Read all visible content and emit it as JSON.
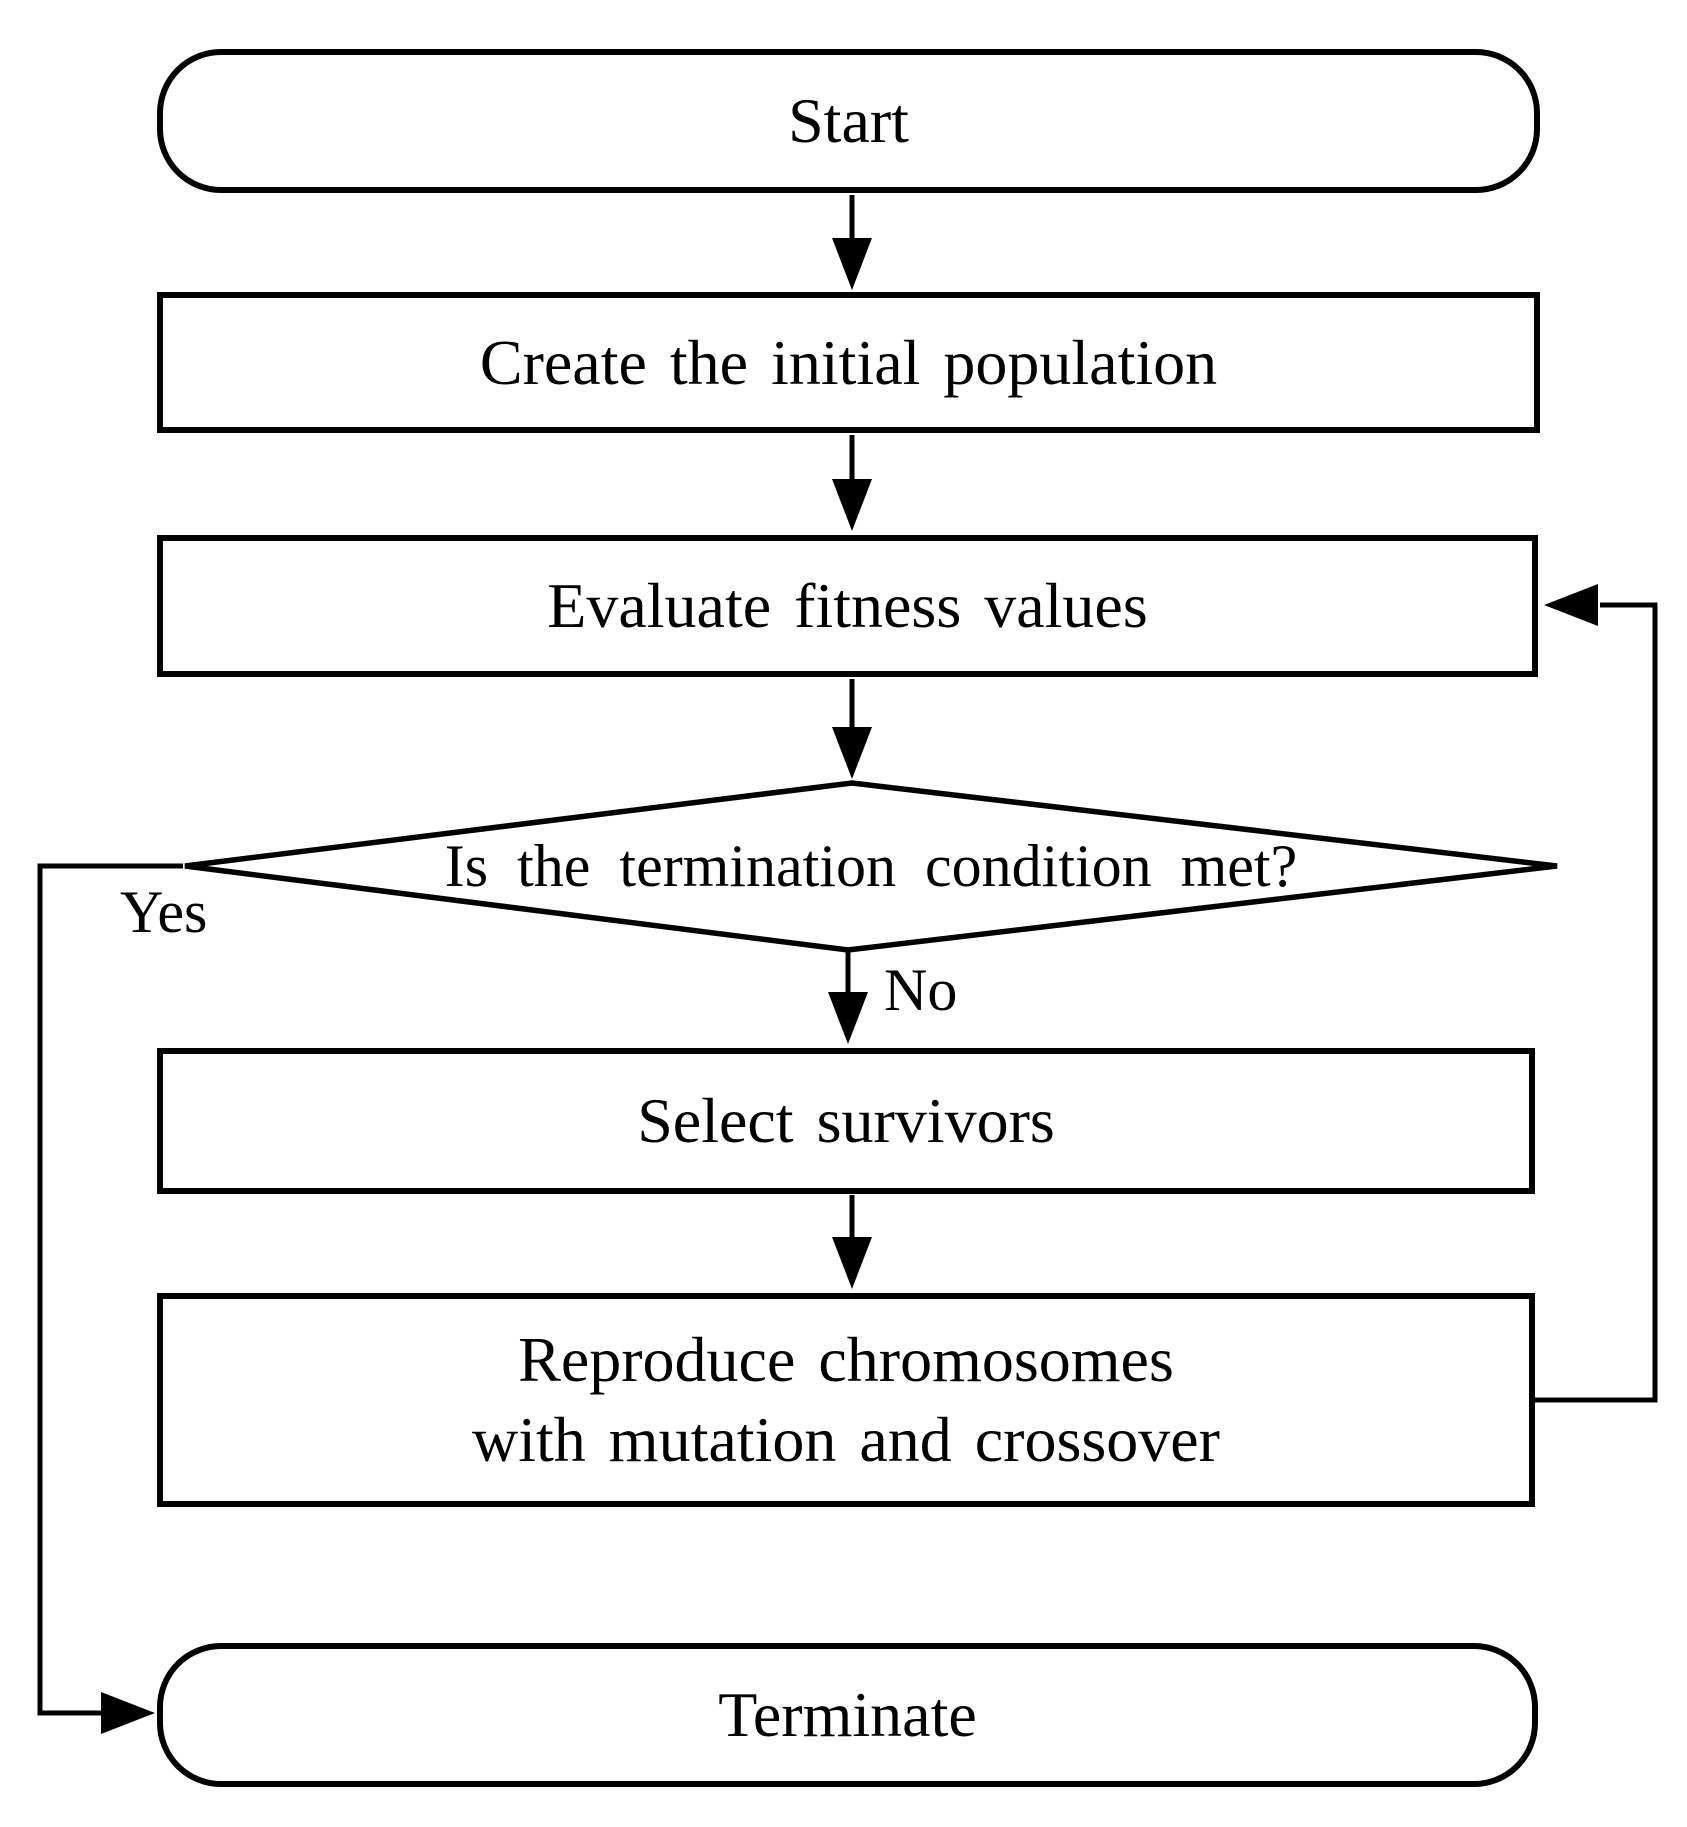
{
  "figure": {
    "type": "flowchart",
    "background": "#ffffff",
    "line_color": "#000000",
    "text_color": "#000000"
  },
  "nodes": {
    "start": {
      "label": "Start",
      "shape": "terminator"
    },
    "create_population": {
      "label": "Create the initial population",
      "shape": "process"
    },
    "evaluate_fitness": {
      "label": "Evaluate fitness values",
      "shape": "process"
    },
    "termination_check": {
      "label": "Is the termination condition met?",
      "shape": "decision"
    },
    "select_survivors": {
      "label": "Select survivors",
      "shape": "process"
    },
    "reproduce": {
      "label": "Reproduce chromosomes with mutation and crossover",
      "line1": "Reproduce chromosomes",
      "line2": "with mutation and crossover",
      "shape": "process"
    },
    "terminate": {
      "label": "Terminate",
      "shape": "terminator"
    }
  },
  "edge_labels": {
    "yes": "Yes",
    "no": "No"
  }
}
